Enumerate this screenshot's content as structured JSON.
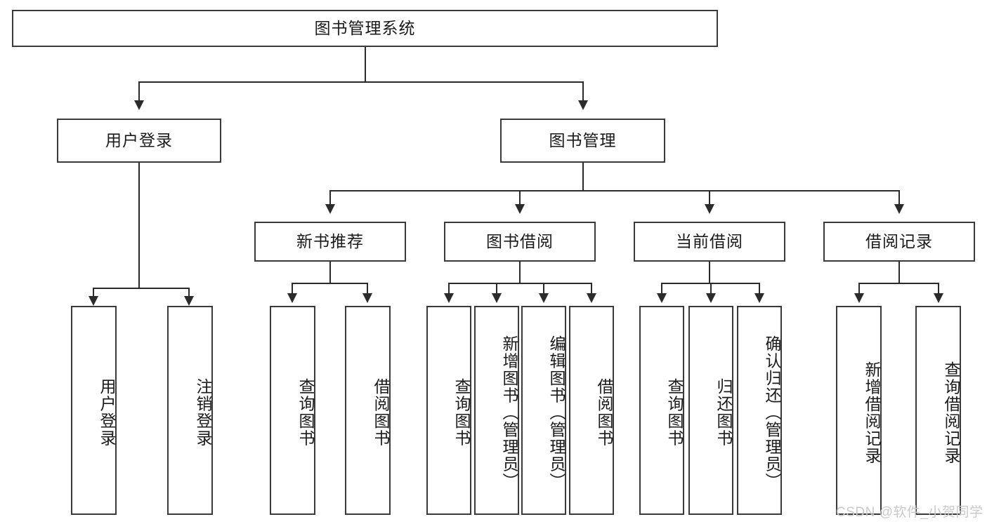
{
  "diagram": {
    "type": "tree-hierarchy",
    "title": "图书管理系统",
    "root": {
      "label": "图书管理系统"
    },
    "level1": [
      {
        "label": "用户登录"
      },
      {
        "label": "图书管理"
      }
    ],
    "level2": [
      {
        "label": "新书推荐"
      },
      {
        "label": "图书借阅"
      },
      {
        "label": "当前借阅"
      },
      {
        "label": "借阅记录"
      }
    ],
    "leaves": {
      "user_login": [
        {
          "label": "用户登录"
        },
        {
          "label": "注销登录"
        }
      ],
      "new_book_recommend": [
        {
          "label": "查询图书"
        },
        {
          "label": "借阅图书"
        }
      ],
      "book_borrow": [
        {
          "label": "查询图书"
        },
        {
          "label": "新增图书（管理员）"
        },
        {
          "label": "编辑图书（管理员）"
        },
        {
          "label": "借阅图书"
        }
      ],
      "current_borrow": [
        {
          "label": "查询图书"
        },
        {
          "label": "归还图书"
        },
        {
          "label": "确认归还（管理员）"
        }
      ],
      "borrow_record": [
        {
          "label": "新增借阅记录"
        },
        {
          "label": "查询借阅记录"
        }
      ]
    }
  },
  "watermark": {
    "text": "CSDN @软件_小贺同学"
  },
  "colors": {
    "border": "#3a3a3a",
    "edge": "#2b2b2b",
    "text": "#1a1a1a",
    "background": "#ffffff",
    "watermark": "#c9c9c9"
  }
}
